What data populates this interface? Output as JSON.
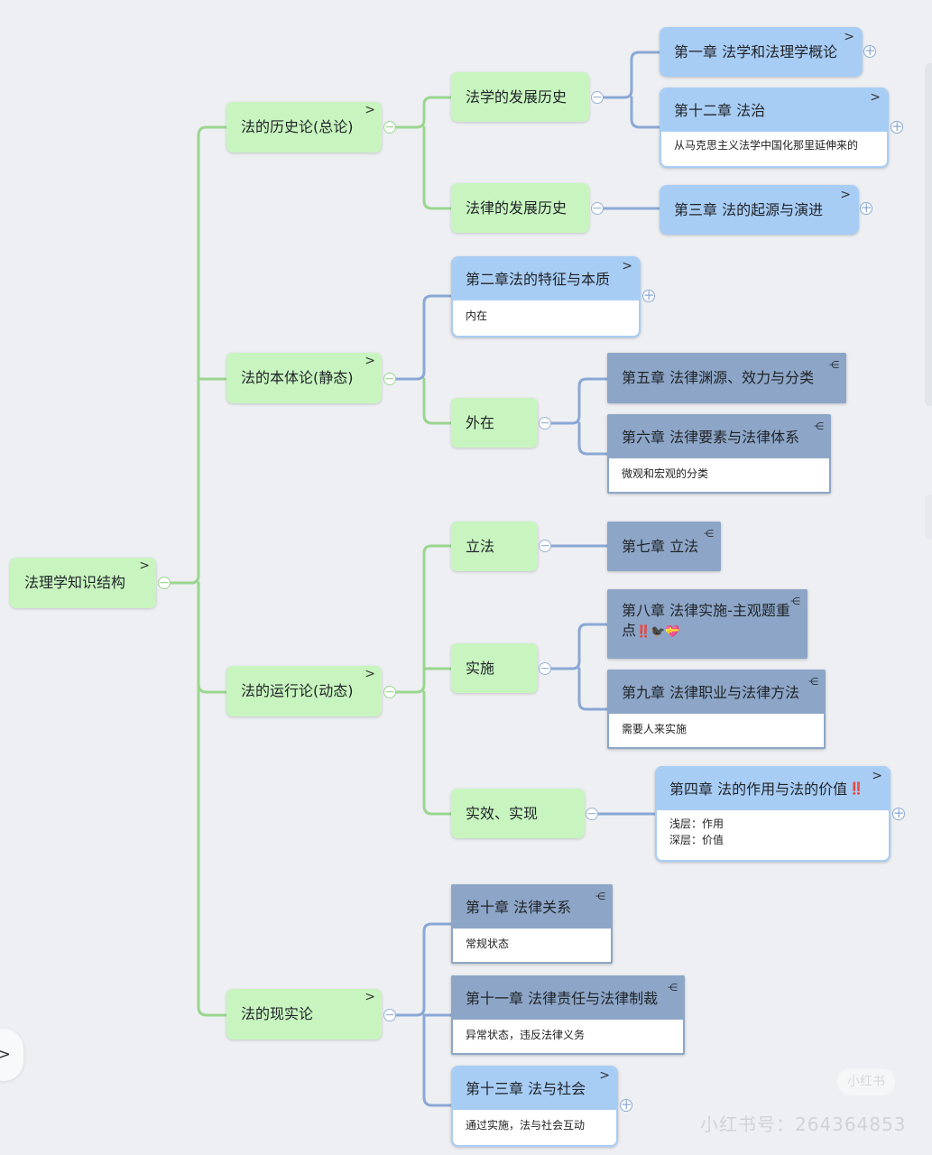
{
  "root": "法理学知识结构",
  "branches": {
    "history": "法的历史论(总论)",
    "ontology": "法的本体论(静态)",
    "operation": "法的运行论(动态)",
    "reality": "法的现实论"
  },
  "subtopics": {
    "jurisprudence_history": "法学的发展历史",
    "law_history": "法律的发展历史",
    "external": "外在",
    "legislation": "立法",
    "implementation": "实施",
    "effect": "实效、实现"
  },
  "chapters": {
    "ch1": {
      "title": "第一章 法学和法理学概论"
    },
    "ch12": {
      "title": "第十二章 法治",
      "note": "从马克思主义法学中国化那里延伸来的"
    },
    "ch3": {
      "title": "第三章 法的起源与演进"
    },
    "ch2": {
      "title": "第二章法的特征与本质",
      "note": "内在"
    },
    "ch5": {
      "title": "第五章 法律渊源、效力与分类"
    },
    "ch6": {
      "title": "第六章 法律要素与法律体系",
      "note": "微观和宏观的分类"
    },
    "ch7": {
      "title": "第七章 立法"
    },
    "ch8": {
      "title": "第八章 法律实施-主观题重",
      "title2": "点",
      "marks": "‼️🐦‍⬛💝"
    },
    "ch9": {
      "title": "第九章 法律职业与法律方法",
      "note": "需要人来实施"
    },
    "ch4": {
      "title": "第四章 法的作用与法的价值",
      "marks": "‼️",
      "note1": "浅层：作用",
      "note2": "深层：价值"
    },
    "ch10": {
      "title": "第十章 法律关系",
      "note": "常规状态"
    },
    "ch11": {
      "title": "第十一章 法律责任与法律制裁",
      "note": "异常状态，违反法律义务"
    },
    "ch13": {
      "title": "第十三章 法与社会",
      "note": "通过实施，法与社会互动"
    }
  },
  "icons": {
    "expand": "chevron-right-icon",
    "collapse": "minus-circle-icon",
    "add": "plus-circle-icon",
    "flow": "flow-branch-icon"
  },
  "watermark": {
    "logo": "小红书",
    "id": "小红书号：264364853"
  },
  "colors": {
    "green_node": "#c8f5bf",
    "green_line": "#9ad68f",
    "blue_header": "#a8cdf5",
    "dark_header": "#8da6c7",
    "blue_line": "#8aa8d4",
    "background": "#edeff3"
  }
}
